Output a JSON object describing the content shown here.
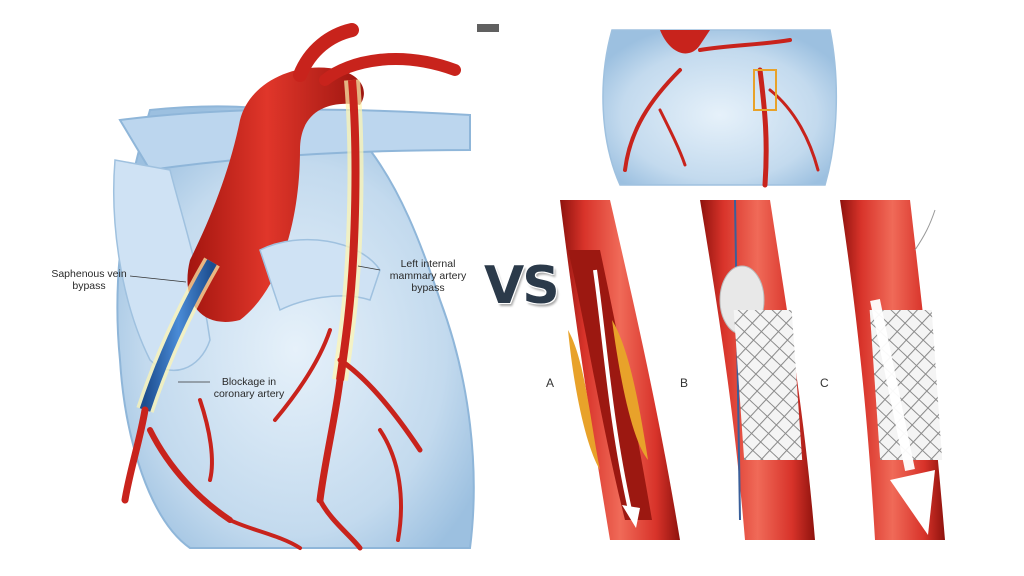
{
  "bypass_figure": {
    "labels": {
      "saphenous_vein": [
        "Saphenous vein",
        "bypass"
      ],
      "left_internal": [
        "Left internal",
        "mammary artery",
        "bypass"
      ],
      "blockage": [
        "Blockage in",
        "coronary artery"
      ]
    }
  },
  "divider_text": "VS",
  "stent_figure": {
    "panels": [
      "A",
      "B",
      "C"
    ]
  },
  "colors": {
    "artery_red": "#c8231c",
    "vein_blue": "#2f6bb4",
    "heart_bg": "#cfe3f3",
    "plaque": "#e8a22a",
    "stent_mesh": "#d9d9d9"
  }
}
